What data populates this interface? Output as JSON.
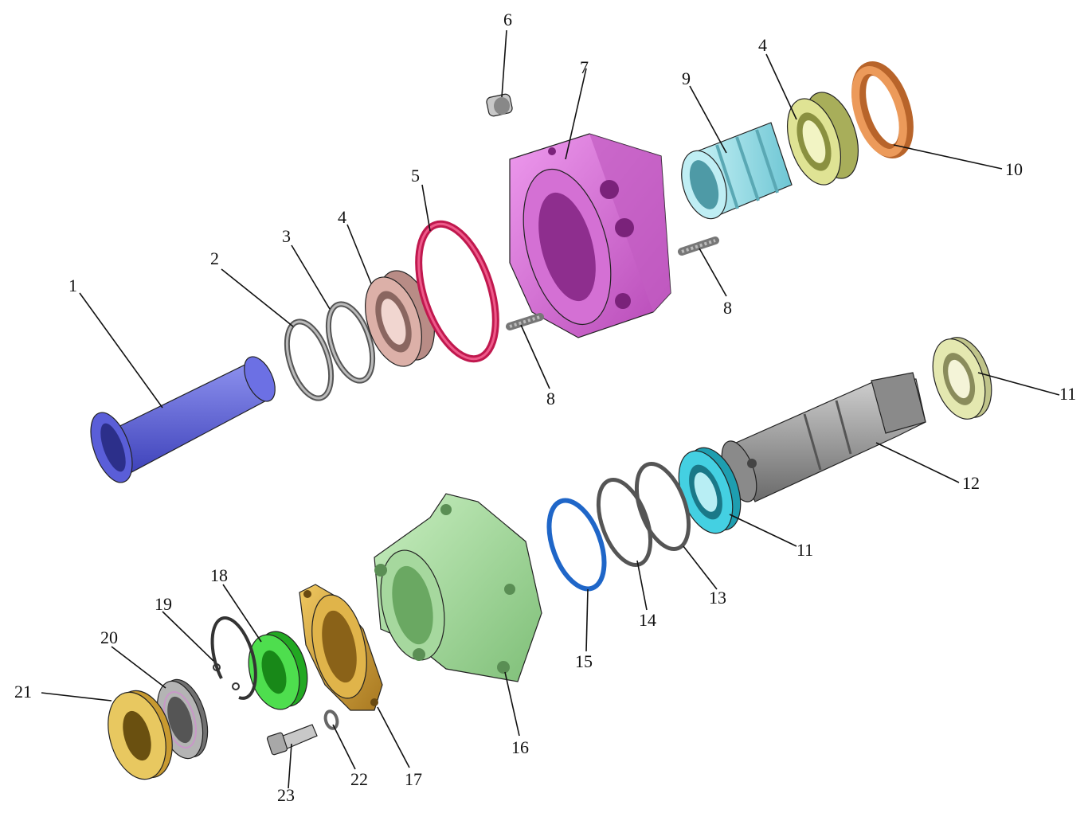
{
  "labels": {
    "p1": "1",
    "p2": "2",
    "p3": "3",
    "p4a": "4",
    "p4b": "4",
    "p5": "5",
    "p6": "6",
    "p7": "7",
    "p8a": "8",
    "p8b": "8",
    "p9": "9",
    "p10": "10",
    "p11a": "11",
    "p11b": "11",
    "p12": "12",
    "p13": "13",
    "p14": "14",
    "p15": "15",
    "p16": "16",
    "p17": "17",
    "p18": "18",
    "p19": "19",
    "p20": "20",
    "p21": "21",
    "p22": "22",
    "p23": "23"
  },
  "colors": {
    "sleeve": "#6a6ee0",
    "oring_red": "#d0225a",
    "housing": "#e27ae0",
    "bearing_pink": "#d8a8a0",
    "bearing_yellow": "#d9e08a",
    "sleeve_cyan": "#a8e6ee",
    "nut_orange": "#e08a4a",
    "bearing_cyan": "#38c8dc",
    "shaft": "#9a9a9a",
    "cover_green": "#a8dca0",
    "seal_blue": "#2a7ad8",
    "seal_green": "#3ccc3c",
    "flange_gold": "#d8a83a",
    "washer_gold": "#e0c05a",
    "ring_grey": "#7a7a7a"
  }
}
